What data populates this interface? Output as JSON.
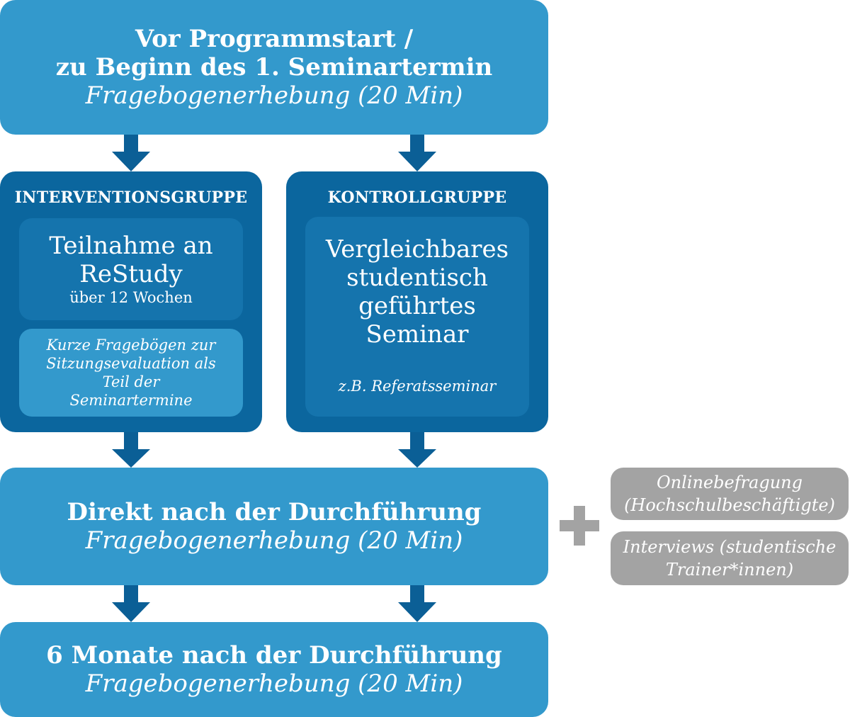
{
  "top_box": {
    "line1": "Vor Programmstart /",
    "line2": "zu Beginn des 1. Seminartermin",
    "line3": "Fragebogenerhebung (20 Min)"
  },
  "intervention": {
    "heading": "INTERVENTIONSGRUPPE",
    "main_line1": "Teilnahme an",
    "main_line2": "ReStudy",
    "main_sub": "über 12 Wochen",
    "eval_line1": "Kurze Fragebögen zur",
    "eval_line2": "Sitzungsevaluation als",
    "eval_line3": "Teil der",
    "eval_line4": "Seminartermine"
  },
  "control": {
    "heading": "KONTROLLGRUPPE",
    "line1": "Vergleichbares",
    "line2": "studentisch",
    "line3": "geführtes",
    "line4": "Seminar",
    "example": "z.B. Referatsseminar"
  },
  "middle_box": {
    "line1": "Direkt nach der Durchführung",
    "line2": "Fragebogenerhebung (20 Min)"
  },
  "bottom_box": {
    "line1": "6 Monate nach der Durchführung",
    "line2": "Fragebogenerhebung (20 Min)"
  },
  "extras": {
    "online_line1": "Onlinebefragung",
    "online_line2": "(Hochschulbeschäftigte)",
    "interview_line1": "Interviews (studentische",
    "interview_line2": "Trainer*innen)"
  },
  "icons": {
    "plus": "plus-icon",
    "arrow": "arrow-down-icon"
  },
  "colors": {
    "light_blue": "#3399cc",
    "dark_blue": "#0b669e",
    "arrow_blue": "#0b5f96",
    "gray": "#a3a3a3"
  }
}
